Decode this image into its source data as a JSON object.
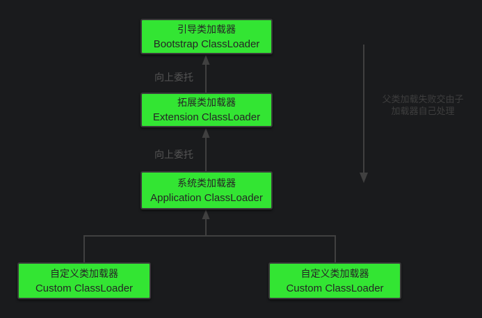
{
  "diagram": {
    "nodes": {
      "bootstrap": {
        "zh": "引导类加载器",
        "en": "Bootstrap ClassLoader"
      },
      "extension": {
        "zh": "拓展类加载器",
        "en": "Extension ClassLoader"
      },
      "application": {
        "zh": "系统类加载器",
        "en": "Application ClassLoader"
      },
      "custom_left": {
        "zh": "自定义类加载器",
        "en": "Custom ClassLoader"
      },
      "custom_right": {
        "zh": "自定义类加载器",
        "en": "Custom ClassLoader"
      }
    },
    "edge_labels": {
      "delegate_up_1": "向上委托",
      "delegate_up_2": "向上委托",
      "fallback_note_line1": "父类加载失败交由子",
      "fallback_note_line2": "加载器自己处理"
    },
    "colors": {
      "background": "#1a1b1d",
      "node_fill": "#33e533",
      "node_border": "#3a3a3a",
      "node_text": "#252525",
      "line": "#404040",
      "label_text": "#555555",
      "note_text": "#3e3e3e"
    }
  }
}
